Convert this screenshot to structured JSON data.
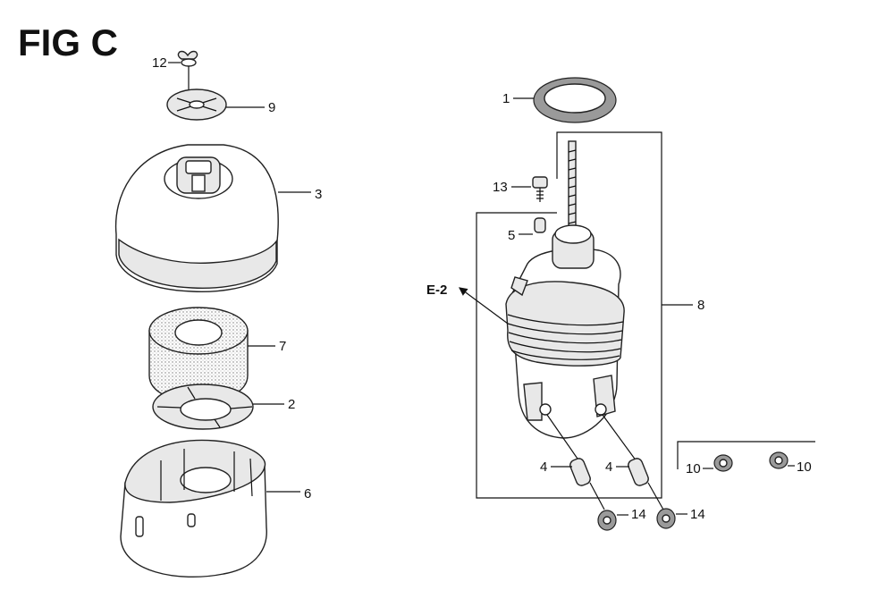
{
  "figure": {
    "title": "FIG C"
  },
  "callouts": {
    "c12": "12",
    "c9": "9",
    "c3": "3",
    "c7": "7",
    "c2": "2",
    "c6": "6",
    "c1": "1",
    "c13": "13",
    "c5": "5",
    "cE2": "E-2",
    "c8": "8",
    "c4a": "4",
    "c4b": "4",
    "c14a": "14",
    "c14b": "14",
    "c10a": "10",
    "c10b": "10"
  },
  "colors": {
    "ink": "#111111",
    "shade": "#e8e8e8",
    "dark": "#9a9a9a"
  }
}
